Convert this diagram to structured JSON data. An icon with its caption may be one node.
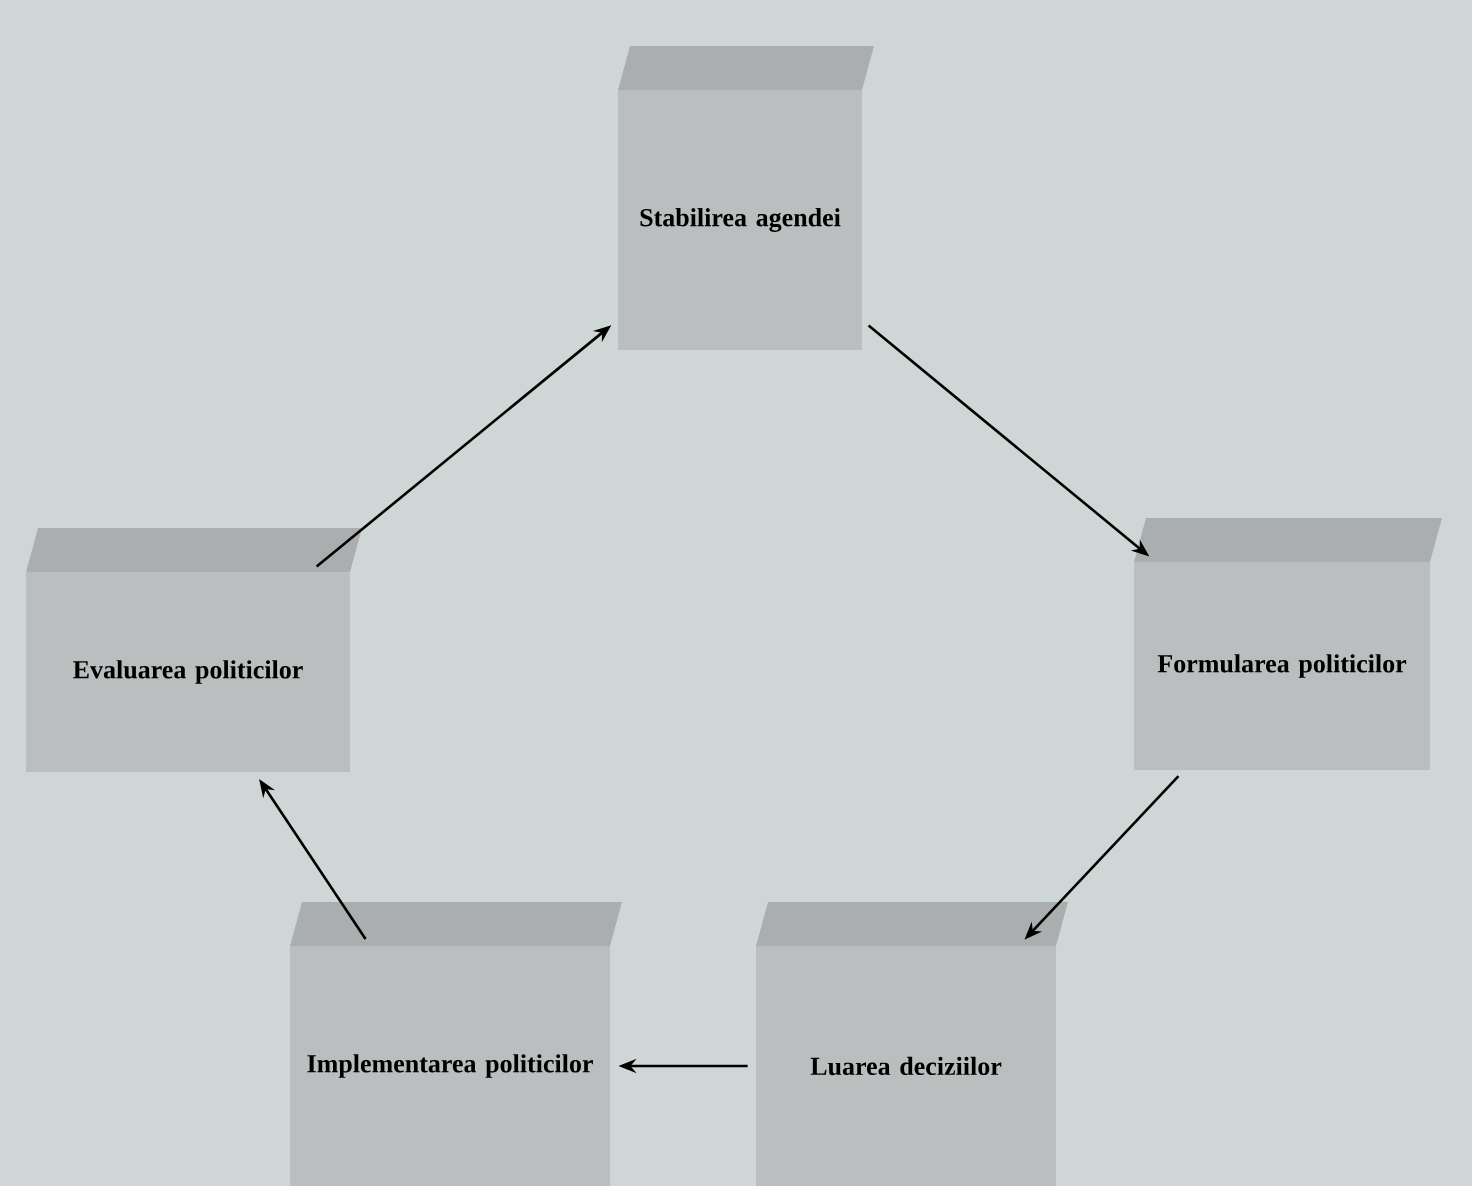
{
  "diagram": {
    "nodes": [
      {
        "text": [
          "Stabilirea agendei"
        ]
      },
      {
        "text": [
          "Formularea politicilor"
        ]
      },
      {
        "text": [
          "Luarea deciziilor"
        ]
      },
      {
        "text": [
          "Implementarea politicilor"
        ]
      },
      {
        "text": [
          "Evaluarea politicilor"
        ]
      }
    ],
    "edges": [
      {
        "from": 0,
        "to": 1,
        "arrow": "to"
      },
      {
        "from": 1,
        "to": 2,
        "arrow": "to"
      },
      {
        "from": 2,
        "to": 3,
        "arrow": "to"
      },
      {
        "from": 3,
        "to": 4,
        "arrow": "to"
      },
      {
        "from": 4,
        "to": 0,
        "arrow": "to"
      }
    ]
  }
}
